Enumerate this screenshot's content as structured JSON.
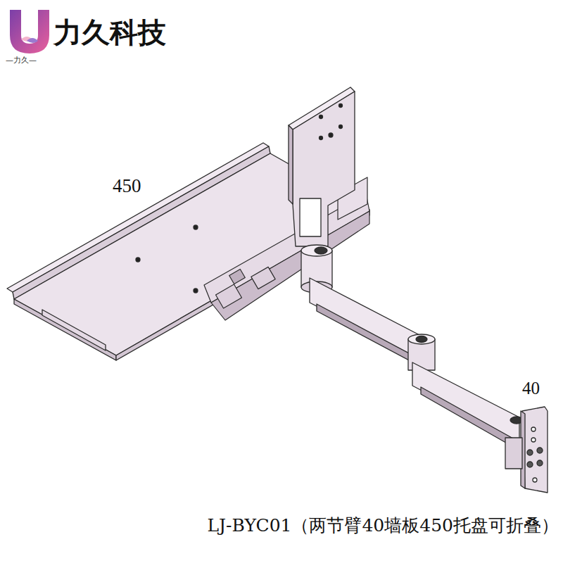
{
  "diagram": {
    "caption": "LJ-BYC01（两节臂40墙板450托盘可折叠）",
    "labels": [
      "力久科技",
      "—力久—",
      "450",
      "40"
    ]
  }
}
